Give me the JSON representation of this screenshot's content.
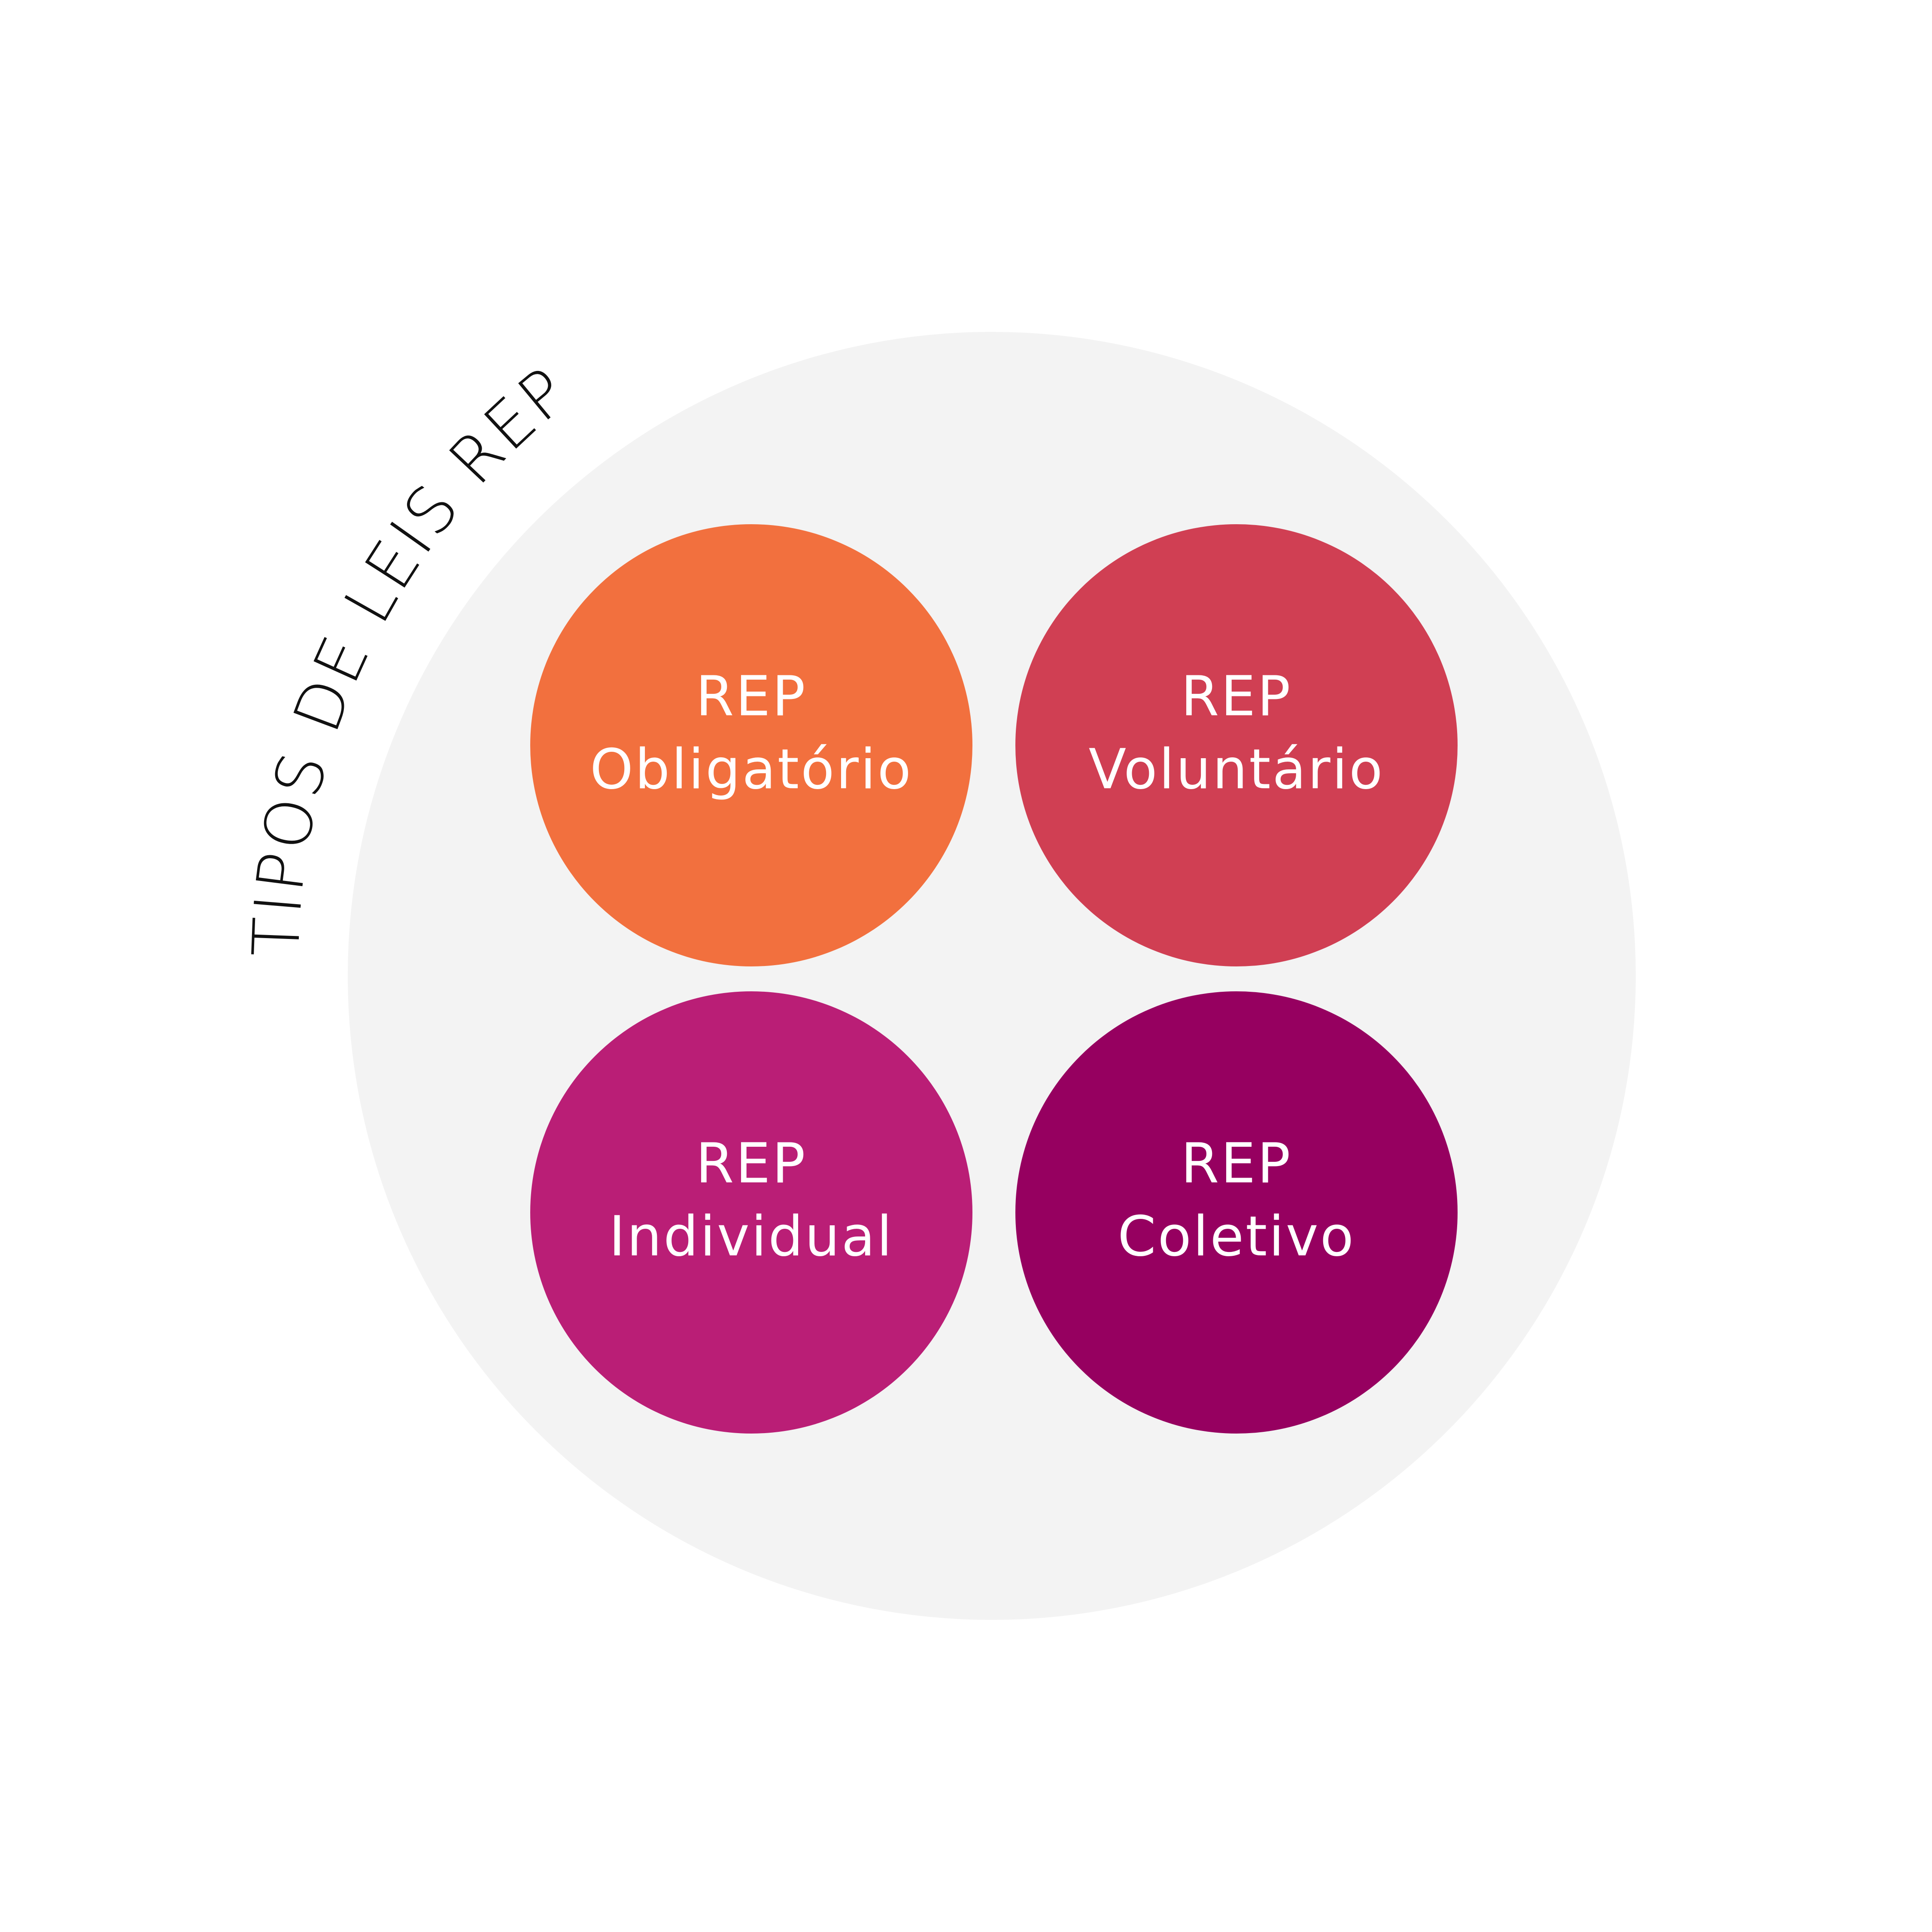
{
  "title": "TIPOS DE LEIS REP",
  "colors": {
    "background": "#ffffff",
    "outer_circle": "#f3f3f3",
    "title_text": "#111111",
    "label_text": "#ffffff"
  },
  "circles": [
    {
      "line1": "REP",
      "line2": "Obligatório",
      "color": "#f2703e"
    },
    {
      "line1": "REP",
      "line2": "Voluntário",
      "color": "#d03f53"
    },
    {
      "line1": "REP",
      "line2": "Individual",
      "color": "#ba1e76"
    },
    {
      "line1": "REP",
      "line2": "Coletivo",
      "color": "#960060"
    }
  ]
}
